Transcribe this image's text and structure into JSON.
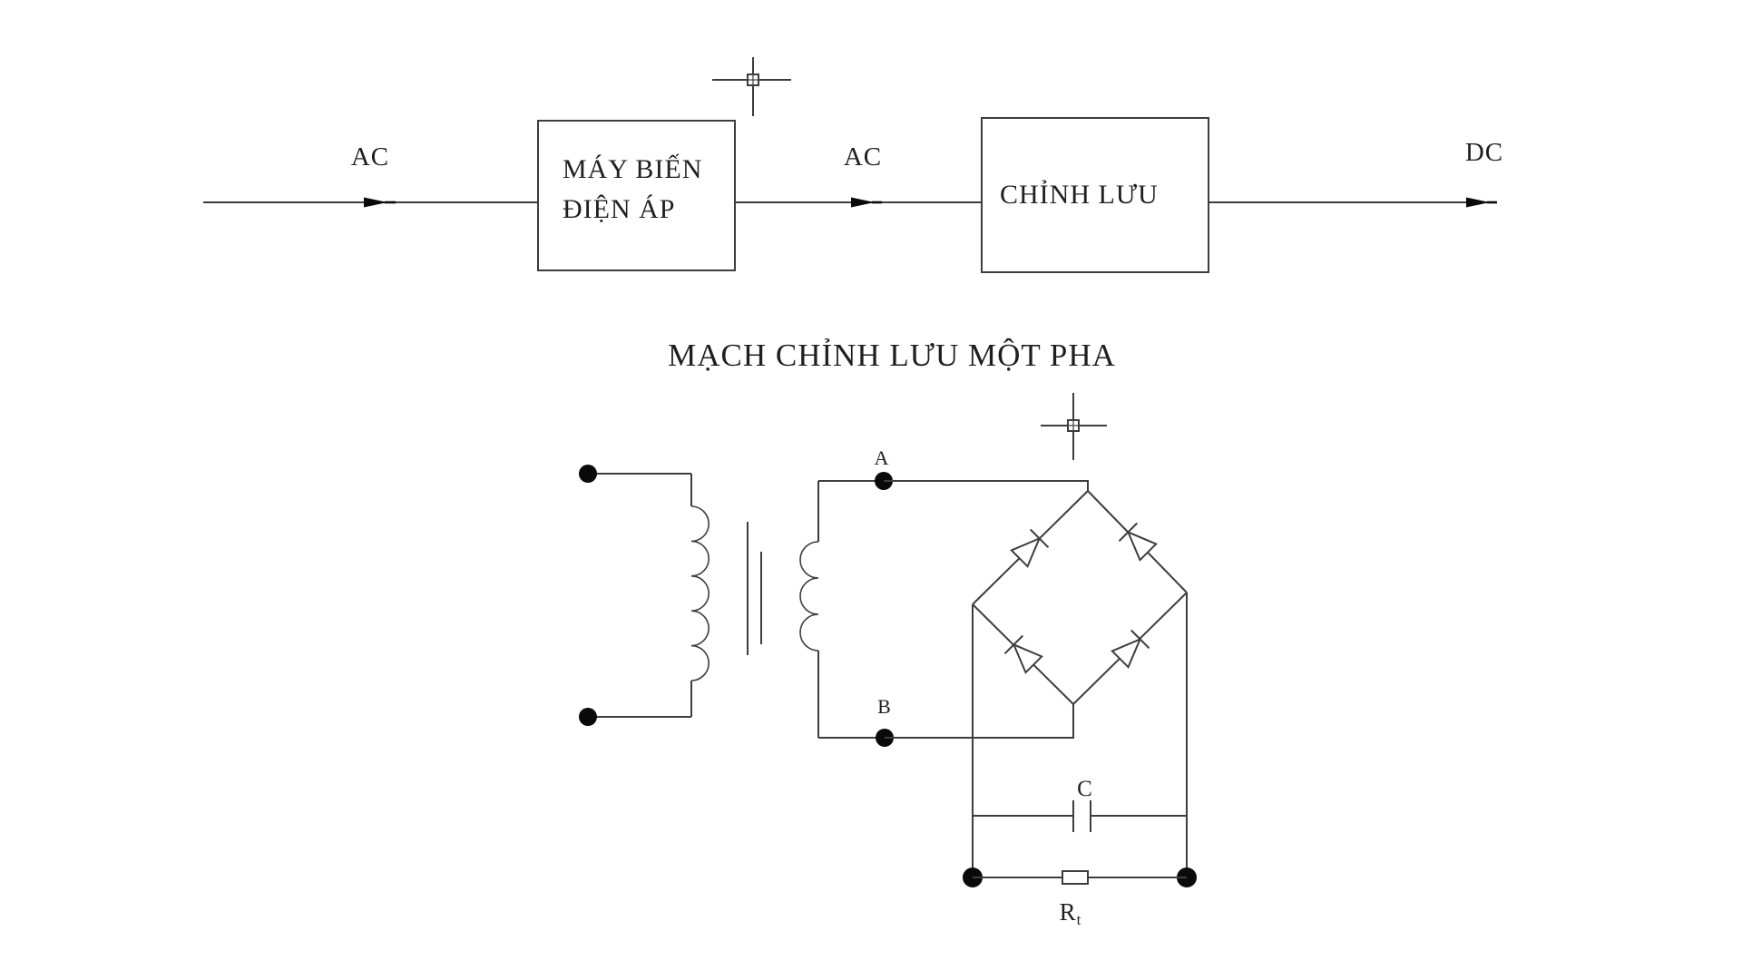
{
  "drawing": {
    "background": "#ffffff",
    "line_color": "#3d3d3d",
    "text_color": "#1f1f1f"
  },
  "block_diagram": {
    "input_label": "AC",
    "mid_label": "AC",
    "output_label": "DC",
    "transformer_box": {
      "line1": "MÁY BIẾN",
      "line2": "ĐIỆN ÁP"
    },
    "rectifier_box": {
      "label": "CHỈNH LƯU"
    }
  },
  "schematic": {
    "title": "MẠCH CHỈNH LƯU MỘT PHA",
    "node_a_label": "A",
    "node_b_label": "B",
    "capacitor_label": "C",
    "resistor_label": "R",
    "resistor_subscript": "t"
  }
}
